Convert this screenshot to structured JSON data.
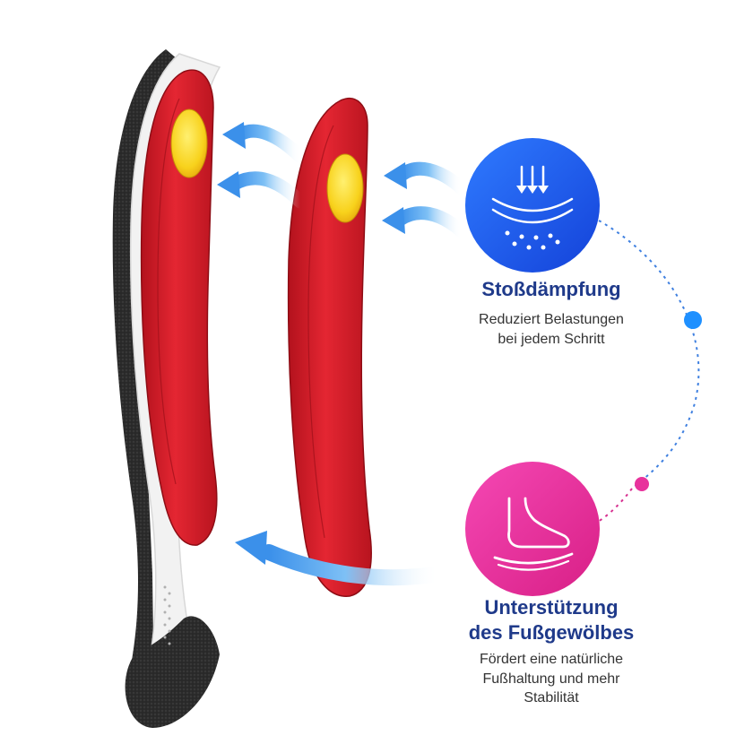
{
  "colors": {
    "accent_blue": "#1e5ff5",
    "accent_pink": "#e8329c",
    "insole_red": "#d4202b",
    "heel_pad_yellow": "#f8d21c",
    "title_navy": "#1f3a8a",
    "arrow_blue": "#5aa8f0"
  },
  "features": [
    {
      "icon": "shock-absorption-icon",
      "title": "Stoßdämpfung",
      "description_lines": [
        "Reduziert Belastungen",
        "bei jedem Schritt"
      ]
    },
    {
      "icon": "foot-arch-icon",
      "title_lines": [
        "Unterstützung",
        "des Fußgewölbes"
      ],
      "description_lines": [
        "Fördert eine natürliche",
        "Fußhaltung und mehr",
        "Stabilität"
      ]
    }
  ]
}
